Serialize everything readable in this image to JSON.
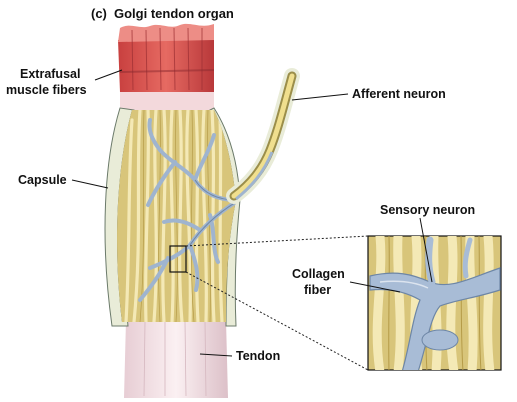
{
  "title": {
    "letter": "(c)",
    "text": "Golgi tendon organ"
  },
  "labels": {
    "extrafusal_line1": "Extrafusal",
    "extrafusal_line2": "muscle fibers",
    "afferent": "Afferent neuron",
    "capsule": "Capsule",
    "sensory": "Sensory neuron",
    "collagen_line1": "Collagen",
    "collagen_line2": "fiber",
    "tendon": "Tendon"
  },
  "colors": {
    "muscle": "#d9504f",
    "muscle_light": "#f0a7a0",
    "collagen": "#efe2a3",
    "collagen_dark": "#c9b45e",
    "capsule": "#2f4a5a",
    "capsule_rim": "#e9ecd8",
    "nerve": "#9fb4cf",
    "tendon": "#f2dde2"
  }
}
